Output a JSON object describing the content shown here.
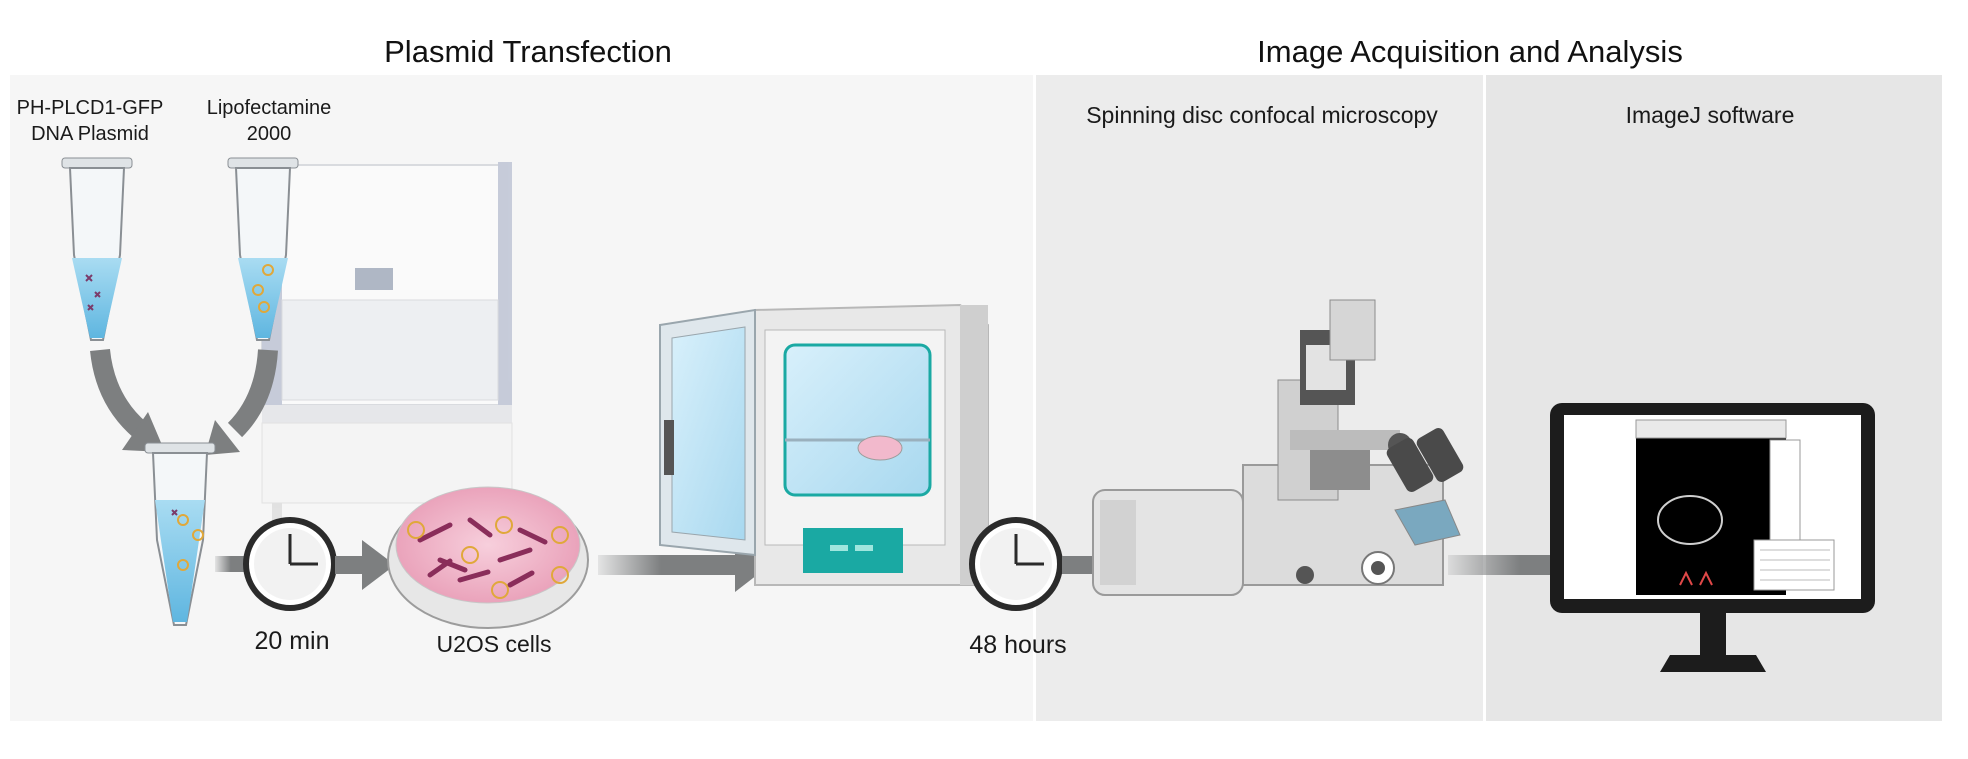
{
  "sections": {
    "transfection_title": "Plasmid Transfection",
    "acquisition_title": "Image Acquisition and Analysis"
  },
  "labels": {
    "plasmid_line1": "PH-PLCD1-GFP",
    "plasmid_line2": "DNA Plasmid",
    "lipo_line1": "Lipofectamine",
    "lipo_line2": "2000",
    "incubation_short": "20 min",
    "cells": "U2OS cells",
    "incubation_long": "48 hours",
    "microscopy": "Spinning disc confocal microscopy",
    "software": "ImageJ software"
  },
  "colors": {
    "arrow": "#7d7f80",
    "tube_liquid": "#7ec4e6",
    "dish_cells": "#f2b9cc",
    "incubator_accent": "#1aa9a3",
    "monitor": "#1c1c1c"
  }
}
